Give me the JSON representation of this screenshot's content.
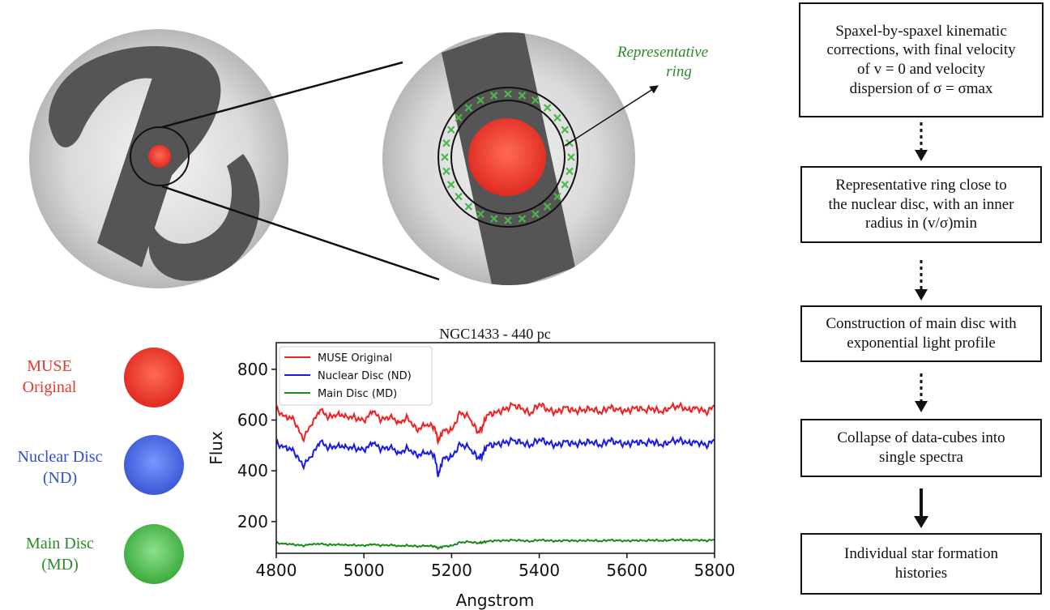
{
  "schematic": {
    "ring_label_line1": "Representative",
    "ring_label_line2": "ring"
  },
  "components": [
    {
      "label_line1": "MUSE",
      "label_line2": "Original",
      "color": "#e23a2e"
    },
    {
      "label_line1": "Nuclear Disc",
      "label_line2": "(ND)",
      "color": "#2f4fd0"
    },
    {
      "label_line1": "Main Disc",
      "label_line2": "(MD)",
      "color": "#2a8a2a"
    }
  ],
  "flowchart": {
    "steps": [
      {
        "lines": [
          "Spaxel-by-spaxel kinematic",
          "corrections, with final velocity",
          "of v = 0 and velocity",
          "dispersion of σ = σmax"
        ]
      },
      {
        "lines": [
          "Representative ring close to",
          "the nuclear disc, with an inner",
          "radius in (v/σ)min"
        ]
      },
      {
        "lines": [
          "Construction of main disc with",
          "exponential light profile"
        ]
      },
      {
        "lines": [
          "Collapse of data-cubes into",
          "single spectra"
        ]
      },
      {
        "lines": [
          "Individual star formation",
          "histories"
        ]
      }
    ]
  },
  "chart_data": {
    "type": "line",
    "title": "NGC1433 - 440 pc",
    "xlabel": "Angstrom",
    "ylabel": "Flux",
    "xlim": [
      4800,
      5800
    ],
    "ylim": [
      75,
      905
    ],
    "xticks": [
      4800,
      5000,
      5200,
      5400,
      5600,
      5800
    ],
    "yticks": [
      200,
      400,
      600,
      800
    ],
    "legend_position": "top-left",
    "x": [
      4800,
      4820,
      4840,
      4860,
      4880,
      4900,
      4920,
      4940,
      4960,
      4980,
      5000,
      5020,
      5040,
      5060,
      5080,
      5100,
      5120,
      5140,
      5160,
      5170,
      5180,
      5200,
      5220,
      5240,
      5260,
      5270,
      5280,
      5300,
      5320,
      5340,
      5360,
      5380,
      5400,
      5420,
      5440,
      5460,
      5480,
      5500,
      5520,
      5540,
      5560,
      5580,
      5600,
      5620,
      5640,
      5660,
      5680,
      5700,
      5720,
      5740,
      5760,
      5780,
      5800
    ],
    "series": [
      {
        "name": "MUSE Original",
        "color": "#ee2222",
        "values": [
          640,
          615,
          605,
          525,
          580,
          640,
          610,
          625,
          615,
          610,
          595,
          635,
          600,
          615,
          590,
          610,
          560,
          580,
          575,
          515,
          560,
          560,
          630,
          610,
          550,
          570,
          620,
          630,
          640,
          660,
          645,
          625,
          665,
          640,
          630,
          650,
          635,
          640,
          645,
          630,
          650,
          640,
          635,
          650,
          640,
          645,
          630,
          650,
          655,
          640,
          650,
          630,
          655
        ]
      },
      {
        "name": "Nuclear Disc (ND)",
        "color": "#1a1ae0",
        "values": [
          505,
          495,
          480,
          420,
          455,
          515,
          490,
          500,
          495,
          490,
          480,
          510,
          485,
          495,
          470,
          490,
          460,
          470,
          465,
          380,
          450,
          455,
          505,
          490,
          450,
          460,
          500,
          505,
          510,
          520,
          510,
          500,
          525,
          510,
          500,
          515,
          505,
          510,
          515,
          500,
          520,
          510,
          505,
          515,
          510,
          515,
          500,
          515,
          520,
          510,
          515,
          500,
          520
        ]
      },
      {
        "name": "Main Disc (MD)",
        "color": "#1a8a1a",
        "values": [
          115,
          113,
          110,
          105,
          110,
          112,
          108,
          110,
          108,
          107,
          105,
          110,
          106,
          108,
          104,
          106,
          102,
          104,
          103,
          95,
          102,
          105,
          118,
          120,
          115,
          118,
          122,
          125,
          125,
          127,
          125,
          122,
          128,
          125,
          123,
          126,
          124,
          125,
          126,
          123,
          127,
          125,
          124,
          126,
          125,
          127,
          124,
          127,
          128,
          126,
          128,
          125,
          128
        ]
      }
    ]
  }
}
